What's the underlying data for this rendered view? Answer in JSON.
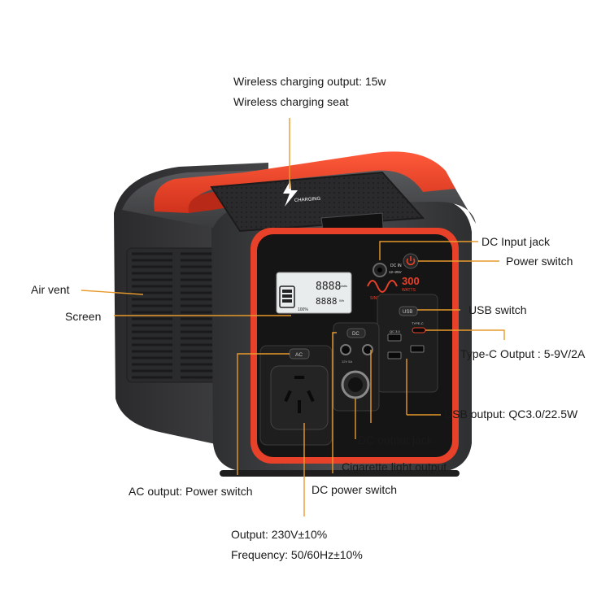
{
  "callouts": {
    "wireless_output": "Wireless charging output: 15w",
    "wireless_seat": "Wireless charging seat",
    "dc_input": "DC Input jack",
    "power_switch": "Power switch",
    "air_vent": "Air vent",
    "screen": "Screen",
    "usb_switch": "USB switch",
    "typec_output": "Type-C Output : 5-9V/2A",
    "usb_output": "USB output: QC3.0/22.5W",
    "dc_output": "DC output jack",
    "cigarette_output": "Cigarette light output",
    "ac_output": "AC output: Power switch",
    "dc_power_switch": "DC power switch",
    "output_voltage": "Output: 230V±10%",
    "frequency": "Frequency: 50/60Hz±10%"
  },
  "device": {
    "capacity_number": "300",
    "capacity_unit": "WATTS",
    "brand": "SINE WAVE",
    "charging_text": "CHARGING",
    "lcd_digits_1": "8888",
    "lcd_digits_2": "8888",
    "lcd_unit_1": "Watts",
    "lcd_unit_2": "Wh",
    "lcd_percent": "100%",
    "ac_button": "AC",
    "dc_button": "DC",
    "usb_button": "USB",
    "dc_in_label": "DC IN",
    "dc_in_spec": "12~25V",
    "qc_label": "QC 3.0",
    "typec_label": "TYPE-C",
    "dc_jack_spec": "12V 5A"
  },
  "colors": {
    "accent_red": "#e8412a",
    "callout_line": "#e89a2b",
    "body_dark": "#3a3a3c",
    "panel_black": "#151515",
    "lcd_bg": "#e9ecec"
  },
  "icons": [
    "lightning-icon",
    "power-icon",
    "sine-wave-logo"
  ]
}
